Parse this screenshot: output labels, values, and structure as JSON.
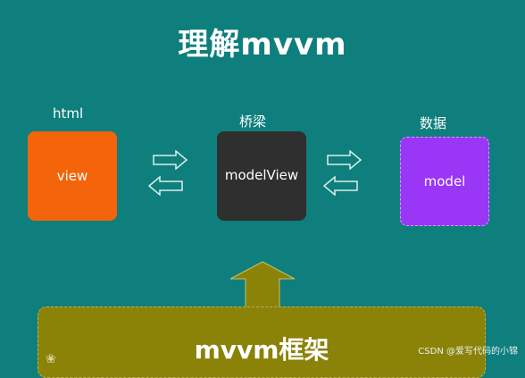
{
  "title": "理解mvvm",
  "labels": {
    "view_top": "html",
    "viewmodel_top": "桥梁",
    "model_top": "数据"
  },
  "boxes": {
    "view": "view",
    "viewmodel": "modelView",
    "model": "model"
  },
  "base": {
    "text": "mvvm框架"
  },
  "watermark": "CSDN @爱写代码的小锦",
  "colors": {
    "background": "#0e7f7c",
    "view": "#f4640a",
    "viewmodel": "#2f2f2f",
    "model": "#9a36f5",
    "base": "#8b8208"
  },
  "icons": {
    "right_arrow": "outlined-right-arrow",
    "left_arrow": "outlined-left-arrow",
    "up_arrow": "up-arrow",
    "paw": "paw-print"
  }
}
